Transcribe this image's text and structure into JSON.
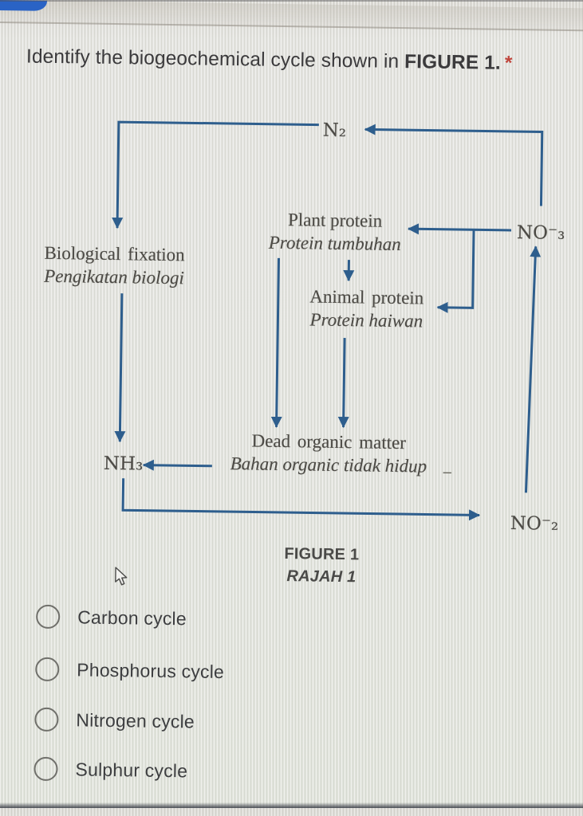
{
  "colors": {
    "arrow": "#2e5e8d",
    "blue_corner": "#2a63c5",
    "required_asterisk": "#c0453c"
  },
  "header": {
    "question_prefix": "Identify the biogeochemical cycle shown in ",
    "question_bold": "FIGURE 1",
    "question_suffix": ".",
    "required_marker": "*"
  },
  "diagram": {
    "nodes": {
      "n2": "N₂",
      "no3": "NO⁻₃",
      "no2": "NO⁻₂",
      "nh3": "NH₃"
    },
    "labels": {
      "biological_fixation_en": "Biological fixation",
      "biological_fixation_ms": "Pengikatan biologi",
      "plant_protein_en": "Plant protein",
      "plant_protein_ms": "Protein tumbuhan",
      "animal_protein_en": "Animal protein",
      "animal_protein_ms": "Protein haiwan",
      "dead_organic_en": "Dead organic matter",
      "dead_organic_ms": "Bahan organic tidak hidup",
      "stray_mark": "–"
    },
    "caption_en": "FIGURE 1",
    "caption_ms": "RAJAH 1"
  },
  "options": [
    {
      "label": "Carbon cycle",
      "selected": false
    },
    {
      "label": "Phosphorus cycle",
      "selected": false
    },
    {
      "label": "Nitrogen cycle",
      "selected": false
    },
    {
      "label": "Sulphur cycle",
      "selected": false
    }
  ]
}
